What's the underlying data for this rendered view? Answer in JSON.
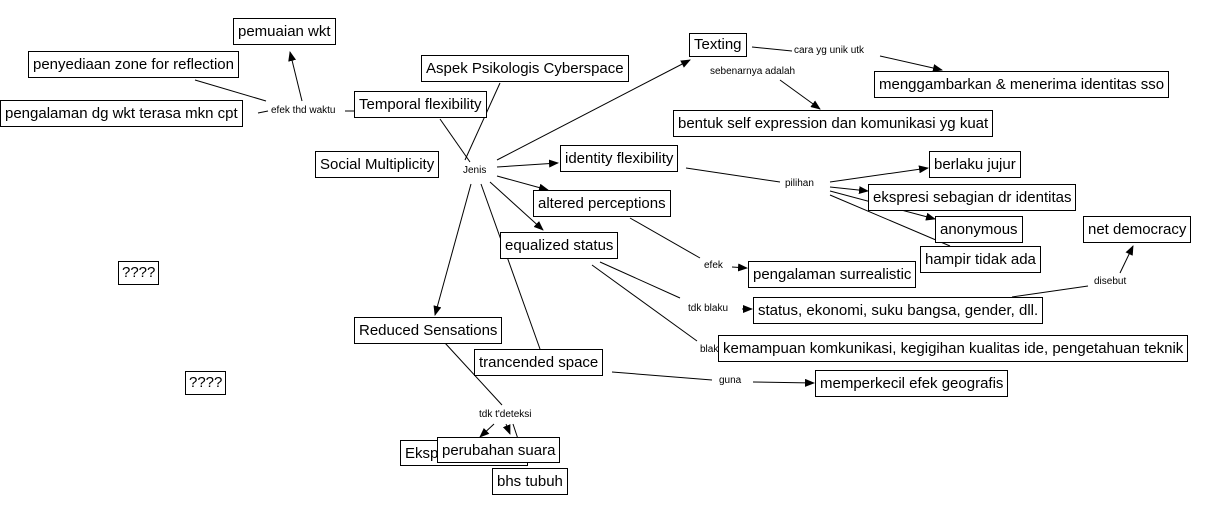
{
  "nodes": {
    "pemuaian": "pemuaian wkt",
    "penyediaan": "penyediaan zone for reflection",
    "pengalaman_wkt": "pengalaman dg wkt terasa mkn cpt",
    "temporal": "Temporal flexibility",
    "aspek": "Aspek Psikologis Cyberspace",
    "social": "Social Multiplicity",
    "texting": "Texting",
    "menggambarkan": "menggambarkan & menerima identitas sso",
    "bentuk": "bentuk self expression dan komunikasi yg kuat",
    "identity": "identity flexibility",
    "berlaku": "berlaku jujur",
    "ekspresi": "ekspresi sebagian dr identitas",
    "anonymous": "anonymous",
    "hampir": "hampir tidak ada",
    "net": "net democracy",
    "altered": "altered perceptions",
    "equalized": "equalized status",
    "surrealistic": "pengalaman surrealistic",
    "status": "status, ekonomi, suku bangsa, gender, dll.",
    "kemampuan": "kemampuan komkunikasi, kegigihan kualitas ide, pengetahuan teknik",
    "unknown1": "????",
    "unknown2": "????",
    "reduced": "Reduced Sensations",
    "trancended": "trancended space",
    "memperkecil": "memperkecil efek geografis",
    "eksp": "Eksp",
    "perubahan": "perubahan suara",
    "bhs": "bhs tubuh"
  },
  "links": {
    "efek_waktu": "efek thd waktu",
    "jenis": "Jenis",
    "cara": "cara yg unik utk",
    "sebenarnya": "sebenarnya adalah",
    "pilihan": "pilihan",
    "efek": "efek",
    "tdk_blaku": "tdk blaku",
    "blaku": "blaku",
    "disebut": "disebut",
    "guna": "guna",
    "tdk_deteksi": "tdk t'deteksi"
  }
}
